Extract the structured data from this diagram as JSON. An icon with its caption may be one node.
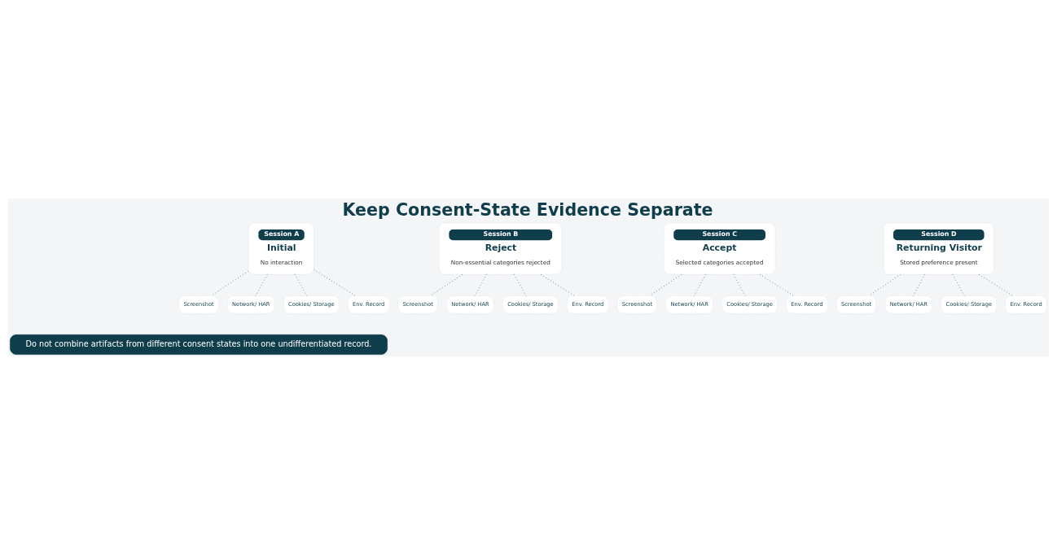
{
  "diagram": {
    "title": "Keep Consent-State Evidence Separate",
    "nodes": [
      {
        "text": [
          "Session A",
          "Initial",
          "No interaction"
        ]
      },
      {
        "text": [
          "Session B",
          "Reject",
          "Non-essential categories rejected"
        ]
      },
      {
        "text": [
          "Session C",
          "Accept",
          "Selected categories accepted"
        ]
      },
      {
        "text": [
          "Session D",
          "Returning Visitor",
          "Stored preference present"
        ]
      },
      {
        "text": [
          "Screenshot"
        ]
      },
      {
        "text": [
          "Network/ HAR"
        ]
      },
      {
        "text": [
          "Cookies/ Storage"
        ]
      },
      {
        "text": [
          "Env. Record"
        ]
      },
      {
        "text": [
          "Screenshot"
        ]
      },
      {
        "text": [
          "Network/ HAR"
        ]
      },
      {
        "text": [
          "Cookies/ Storage"
        ]
      },
      {
        "text": [
          "Env. Record"
        ]
      },
      {
        "text": [
          "Screenshot"
        ]
      },
      {
        "text": [
          "Network/ HAR"
        ]
      },
      {
        "text": [
          "Cookies/ Storage"
        ]
      },
      {
        "text": [
          "Env. Record"
        ]
      },
      {
        "text": [
          "Screenshot"
        ]
      },
      {
        "text": [
          "Network/ HAR"
        ]
      },
      {
        "text": [
          "Cookies/ Storage"
        ]
      },
      {
        "text": [
          "Env. Record"
        ]
      },
      {
        "text": [
          "Do not combine artifacts from different consent states into one undifferentiated record."
        ]
      }
    ],
    "edges": [
      {
        "from": 0,
        "to": 4,
        "arrow": "none",
        "style": "dashed"
      },
      {
        "from": 0,
        "to": 5,
        "arrow": "none",
        "style": "dashed"
      },
      {
        "from": 0,
        "to": 6,
        "arrow": "none",
        "style": "dashed"
      },
      {
        "from": 0,
        "to": 7,
        "arrow": "none",
        "style": "dashed"
      },
      {
        "from": 1,
        "to": 8,
        "arrow": "none",
        "style": "dashed"
      },
      {
        "from": 1,
        "to": 9,
        "arrow": "none",
        "style": "dashed"
      },
      {
        "from": 1,
        "to": 10,
        "arrow": "none",
        "style": "dashed"
      },
      {
        "from": 1,
        "to": 11,
        "arrow": "none",
        "style": "dashed"
      },
      {
        "from": 2,
        "to": 12,
        "arrow": "none",
        "style": "dashed"
      },
      {
        "from": 2,
        "to": 13,
        "arrow": "none",
        "style": "dashed"
      },
      {
        "from": 2,
        "to": 14,
        "arrow": "none",
        "style": "dashed"
      },
      {
        "from": 2,
        "to": 15,
        "arrow": "none",
        "style": "dashed"
      },
      {
        "from": 3,
        "to": 16,
        "arrow": "none",
        "style": "dashed"
      },
      {
        "from": 3,
        "to": 17,
        "arrow": "none",
        "style": "dashed"
      },
      {
        "from": 3,
        "to": 18,
        "arrow": "none",
        "style": "dashed"
      },
      {
        "from": 3,
        "to": 19,
        "arrow": "none",
        "style": "dashed"
      }
    ]
  }
}
